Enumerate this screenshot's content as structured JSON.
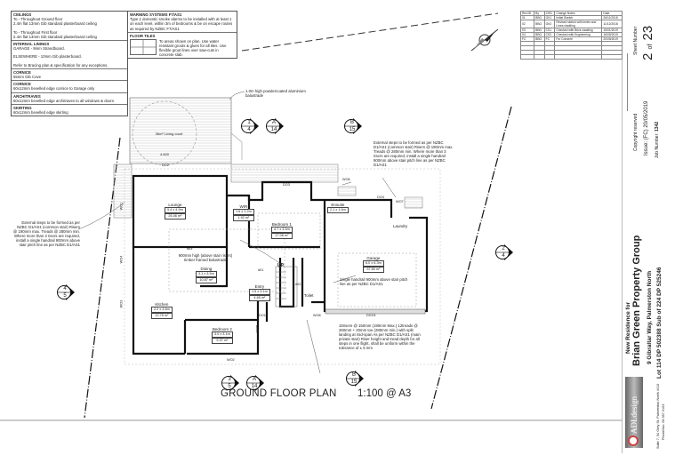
{
  "notes_panel": {
    "sections": [
      {
        "heading": "CEILINGS",
        "lines": [
          "To - Throughout Ground floor",
          "2.4m flat 13mm Gib standard plasterboard ceiling",
          "",
          "To - Throughout First floor",
          "2.4m flat 13mm Gib standard plasterboard ceiling"
        ]
      },
      {
        "heading": "INTERNAL LININGS",
        "lines": [
          "GARAGE - 9mm Strandboard.",
          "",
          "ELSEWHERE - 10mm Gib plasterboard.",
          "",
          "Refer to Bracing plan & specification for any exceptions."
        ]
      },
      {
        "heading": "CORNICE",
        "lines": [
          "55mm Gib Cove"
        ]
      },
      {
        "heading": "CORNICE",
        "lines": [
          "60x12mm bevelled edge cornice to Garage only"
        ]
      },
      {
        "heading": "ARCHITRAVES",
        "lines": [
          "60x12mm bevelled edge architraves to all windows & doors"
        ]
      },
      {
        "heading": "SKIRTING",
        "lines": [
          "60x12mm bevelled edge skirting"
        ]
      }
    ]
  },
  "warning_panel": {
    "warning_heading": "WARNING SYSTEMS F7/AS1",
    "warning_text": "Type 1 domestic smoke alarms to be installed with at least 1 on each level, within 3m of bedrooms & be on escape routes as required by NZBC F7/AS1",
    "tiles_heading": "FLOOR TILES",
    "tiles_text": "To areas shown on plan. Use water resistant grouts & glues for all tiles. Use flexible grout lines over saw-cuts in concrete slab."
  },
  "revisions": {
    "headers": [
      "Rev/ID",
      "By",
      "CHD",
      "Change Notes",
      "Date"
    ],
    "rows": [
      [
        "01",
        "BBG",
        "GK1",
        "Initial Sketch",
        "26/11/2018"
      ],
      [
        "02",
        "BBG",
        "GK2",
        "Revised sketch with levels and Linea cladding",
        "11/12/2018"
      ],
      [
        "03",
        "BBG",
        "CS1",
        "Checked with Brick cladding",
        "15/01/2019"
      ],
      [
        "04",
        "BBG",
        "CS2",
        "Checked with Engineering",
        "16/05/2019"
      ],
      [
        "FC",
        "BBG",
        "FC",
        "For Consent",
        "20/05/2019"
      ]
    ]
  },
  "title_block": {
    "sheet_label": "Sheet Number",
    "sheet_number": "2",
    "sheet_of": "of",
    "sheet_total": "23",
    "copyright": "Copyright reserved",
    "issue": "Issue: (FC) 20/05/2019",
    "job_number_label": "Job Number:",
    "job_number": "1342",
    "project_prefix": "New Residence for",
    "client": "Brian Green Property Group",
    "address": "9 Gibraltar Way, Palmerston North",
    "legal": "Lot 114 DP 502388 Sub of 224 DP 525246",
    "logo_text": "ADLdesign",
    "firm_address": "Suite 7, 94 Grey St, Palmerston North 4410",
    "firm_phone": "Phone/fax: 06 357 0103"
  },
  "plan": {
    "title": "GROUND FLOOR PLAN",
    "scale": "1:100 @ A3",
    "rooms": [
      {
        "name": "Lounge",
        "dims": "5.4 x 4.9m",
        "area": "26.46 m²"
      },
      {
        "name": "WIR",
        "dims": "1.6 x 1.2m",
        "area": "1.92 m²"
      },
      {
        "name": "Bedroom 1",
        "dims": "4.7 x 3.5m",
        "area": "17.08 m²"
      },
      {
        "name": "Ensuite",
        "dims": "2.1 x 1.6m",
        "area": ""
      },
      {
        "name": "Garage",
        "dims": "6.0 x 6.3m",
        "area": "37.80 m²"
      },
      {
        "name": "Laundry",
        "dims": "",
        "area": ""
      },
      {
        "name": "Dining",
        "dims": "3.1 x 3.5m",
        "area": "10.87 m²"
      },
      {
        "name": "Entry",
        "dims": "1.5 x 3.1m",
        "area": "4.65 m²"
      },
      {
        "name": "Kitchen",
        "dims": "2.2 x 3.8m",
        "area": "12.75 m²"
      },
      {
        "name": "Bedroom 2",
        "dims": "3.0 x 3.1m",
        "area": "9.37 m²"
      },
      {
        "name": "Toilet",
        "dims": "",
        "area": ""
      }
    ],
    "living_court": "36m² Living court",
    "living_court_dim": "4.600",
    "up_label": "UP",
    "tags": [
      "DO2",
      "DO3",
      "WO6",
      "DO4",
      "WO7",
      "WO1",
      "WO4",
      "WO3",
      "WO5",
      "WO2",
      "DO1",
      "DGO1",
      "WO8",
      "d01",
      "d02",
      "d03"
    ],
    "notes": {
      "balustrade": "1.0m high powdercoated aluminium balustrade",
      "steps_right": "External steps to be formed as per NZBC D1/AS1 (common stair) Risers @ 190mm max. Treads @ 280mm min. Where more than 3 risers are required, install a single handrail 900mm above stair pitch line as per NZBC D1/AS1",
      "steps_left": "External steps to be formed as per NZBC D1/AS1 (common stair) Risers @ 190mm max. Treads @ 280mm min. Where more than 3 risers are required, install a single handrail 900mm above stair pitch line as per NZBC D1/AS1",
      "timber_balustrade": "900mm high (above stair risers) timber framed balustrade",
      "handrail": "Single handrail 900mm above stair pitch line as per NZBC D1/AS1",
      "stairs": "15risers @ 150mm (190mm Max.) 12treads @ 260mm + 20mm toe (280mm min.) with split landing at mid-span As per NZBC D1/AS1 (main private stair) Riser height and tread depth for all steps in one flight, shall be uniform within the tolerance of ± 5 mm"
    },
    "section_markers": [
      {
        "top": "1",
        "bottom": "4"
      },
      {
        "top": "A",
        "bottom": "14"
      },
      {
        "top": "B",
        "bottom": "15"
      },
      {
        "top": "4",
        "bottom": "5"
      },
      {
        "top": "2",
        "bottom": "4"
      },
      {
        "top": "3",
        "bottom": "5"
      },
      {
        "top": "A",
        "bottom": "14"
      },
      {
        "top": "B",
        "bottom": "15"
      }
    ]
  }
}
